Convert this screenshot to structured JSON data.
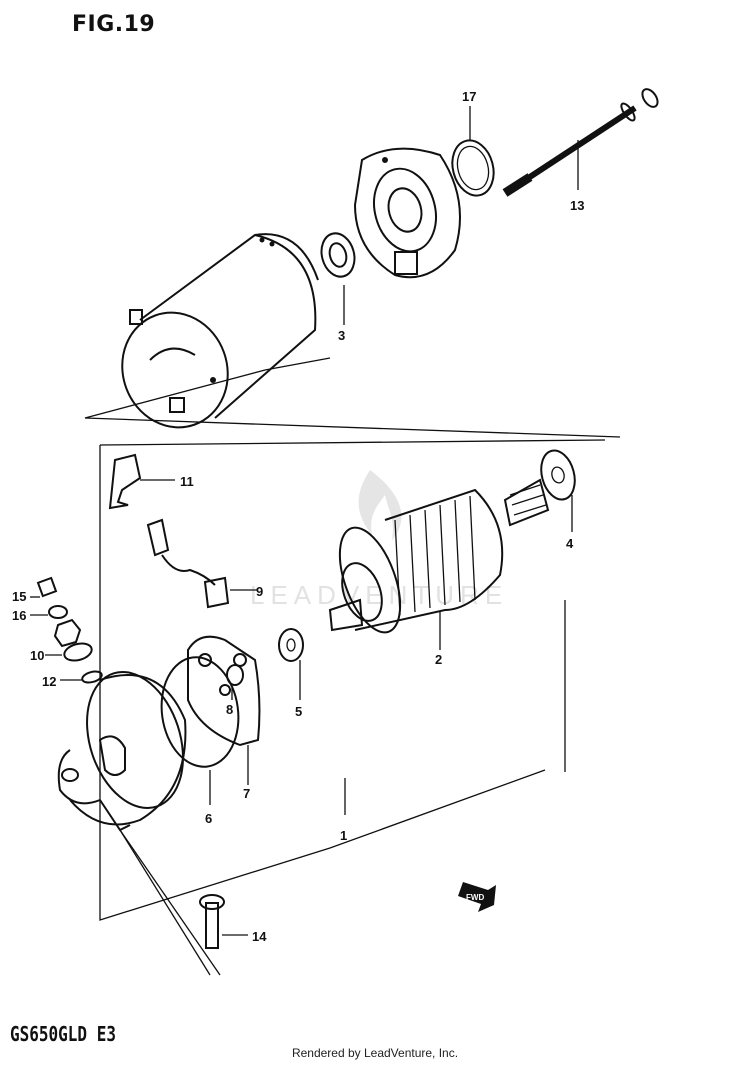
{
  "figure_title": "FIG.19",
  "model_code": "GS650GLD E3",
  "footer": "Rendered by LeadVenture, Inc.",
  "watermark": "LEADVENTURE",
  "callouts": {
    "c1": "1",
    "c2": "2",
    "c3": "3",
    "c4": "4",
    "c5": "5",
    "c6": "6",
    "c7": "7",
    "c8": "8",
    "c9": "9",
    "c10": "10",
    "c11": "11",
    "c12": "12",
    "c13": "13",
    "c14": "14",
    "c15": "15",
    "c16": "16",
    "c17": "17"
  },
  "fwd_mark": "FWD",
  "icons": [
    "fwd-arrow-icon",
    "watermark-flame-icon"
  ]
}
